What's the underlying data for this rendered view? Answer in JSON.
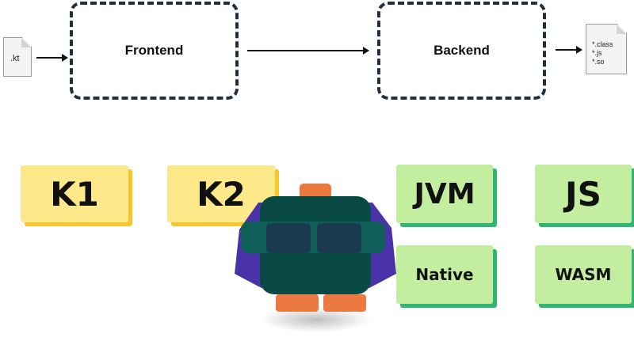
{
  "pipeline": {
    "input_file": {
      "ext": ".kt",
      "icon": "file-icon"
    },
    "frontend_label": "Frontend",
    "backend_label": "Backend",
    "output_file": {
      "lines": [
        "*.class",
        "*.js",
        "*.so"
      ],
      "icon": "file-icon"
    }
  },
  "frontends": {
    "k1": "K1",
    "k2": "K2"
  },
  "backends": {
    "jvm": "JVM",
    "js": "JS",
    "native": "Native",
    "wasm": "WASM"
  },
  "colors": {
    "yellow_card": "#fde98a",
    "yellow_shadow": "#f6c62a",
    "green_card": "#c3eea0",
    "green_shadow": "#2fb574",
    "dashed_border": "#1f2f3f",
    "robot_body": "#0a4a45",
    "robot_accent": "#ec7a40",
    "robot_cape": "#4a32a8"
  }
}
